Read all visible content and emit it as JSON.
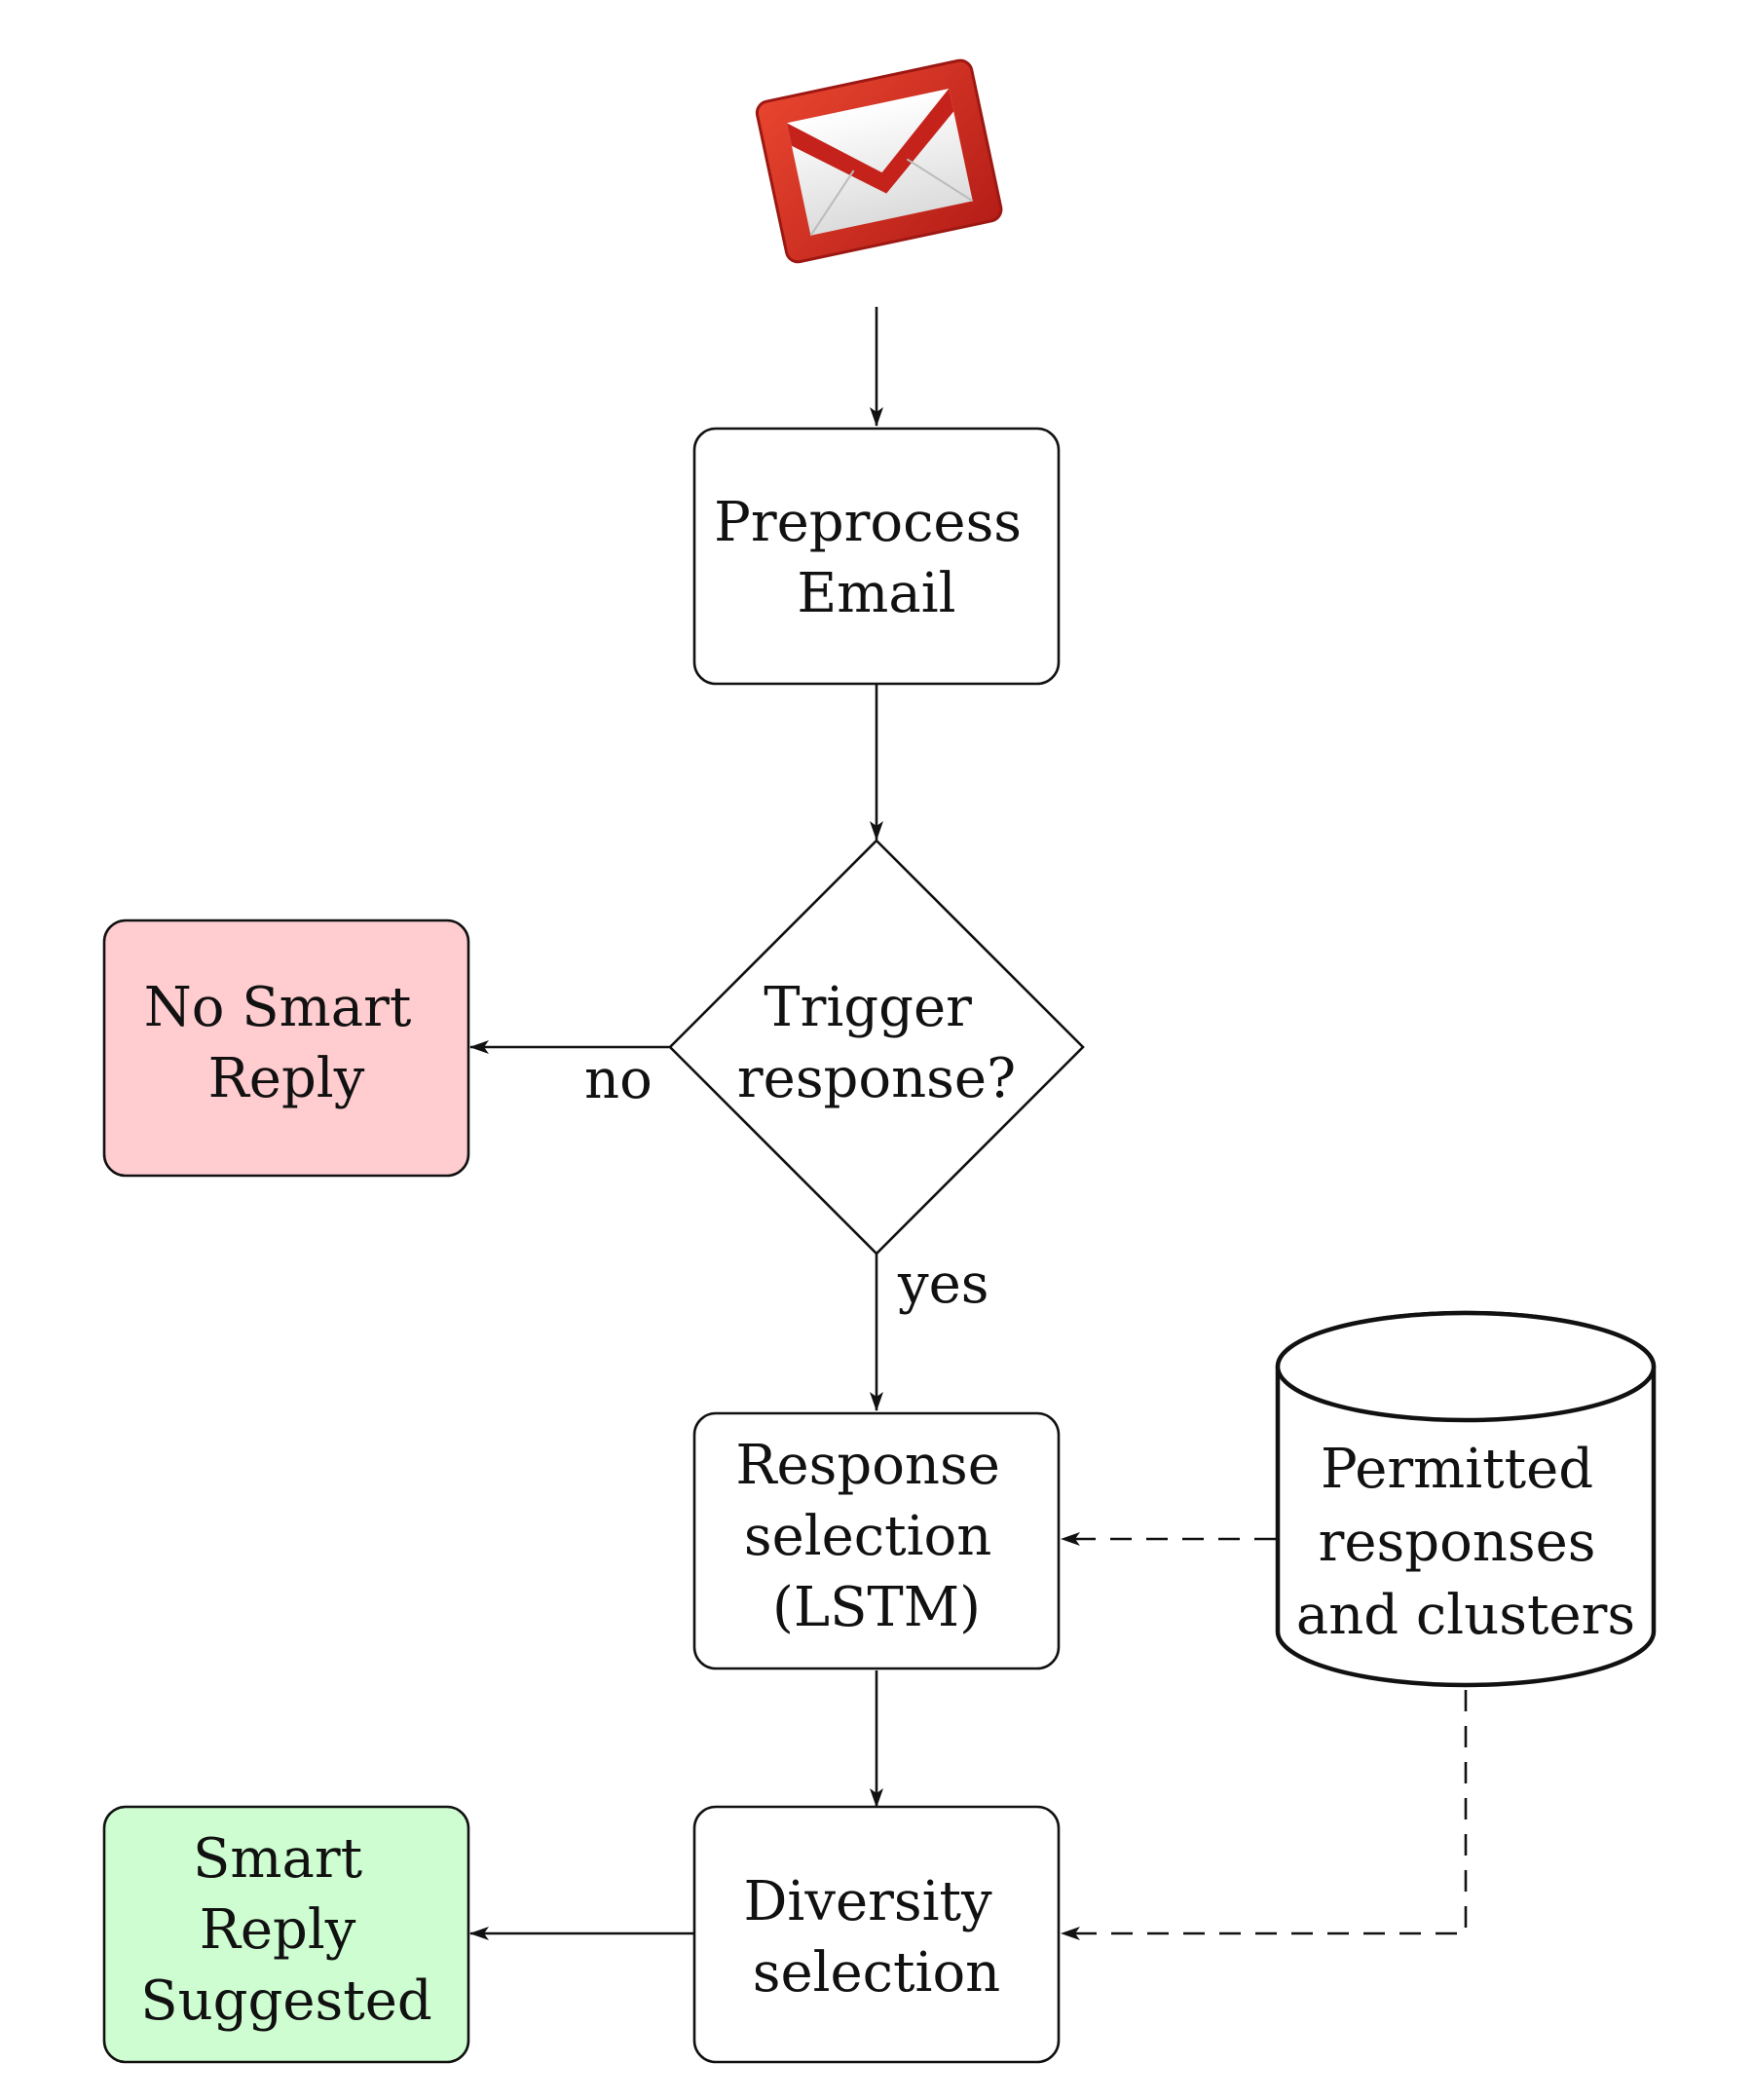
{
  "diagram": {
    "source_icon": "gmail-envelope-icon",
    "nodes": {
      "preprocess": {
        "lines": [
          "Preprocess",
          "Email"
        ],
        "fill": "#ffffff"
      },
      "trigger": {
        "lines": [
          "Trigger",
          "response?"
        ],
        "fill": "#ffffff"
      },
      "no_reply": {
        "lines": [
          "No Smart",
          "Reply"
        ],
        "fill": "#ffcdd0"
      },
      "response_selection": {
        "lines": [
          "Response",
          "selection",
          "(LSTM)"
        ],
        "fill": "#ffffff"
      },
      "permitted": {
        "lines": [
          "Permitted",
          "responses",
          "and clusters"
        ],
        "fill": "#ffffff"
      },
      "diversity": {
        "lines": [
          "Diversity",
          "selection"
        ],
        "fill": "#ffffff"
      },
      "suggested": {
        "lines": [
          "Smart",
          "Reply",
          "Suggested"
        ],
        "fill": "#cdfdd0"
      }
    },
    "edge_labels": {
      "no": "no",
      "yes": "yes"
    },
    "colors": {
      "line": "#111111",
      "gmail_red": "#c4221b",
      "gmail_red_light": "#e8452f"
    }
  }
}
